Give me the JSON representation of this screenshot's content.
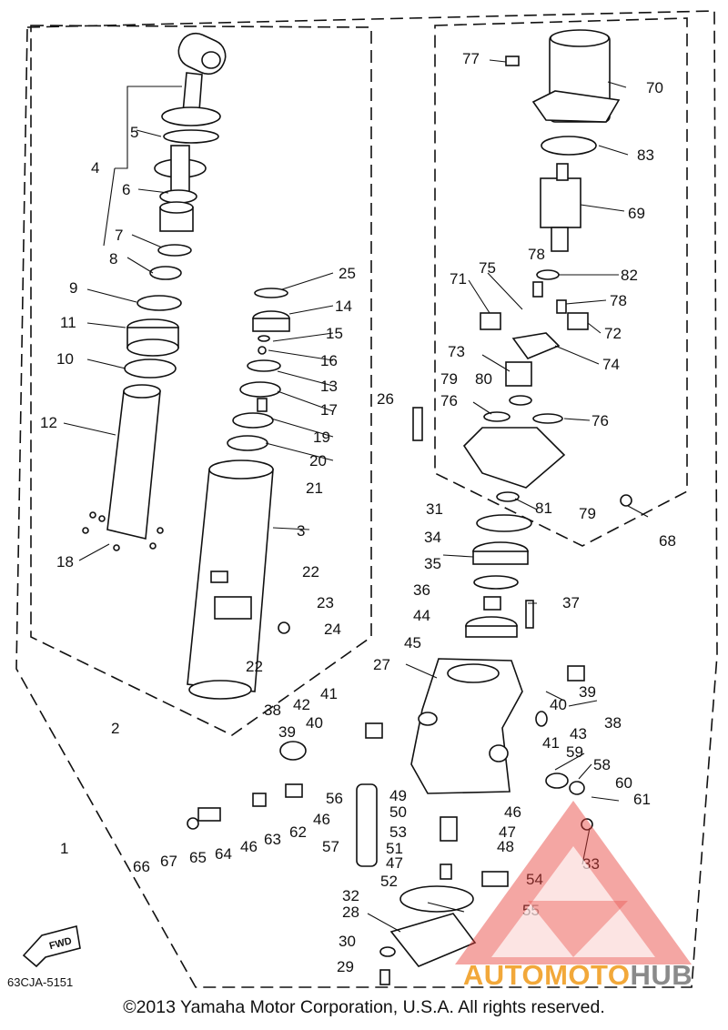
{
  "diagram": {
    "code": "63CJA-5151",
    "fwd_label": "FWD",
    "copyright": "©2013 Yamaha Motor Corporation, U.S.A. All rights reserved.",
    "watermark": {
      "auto": "AUTOMOTO",
      "hub": "HUB",
      "color_primary": "#e8403a",
      "color_secondary": "#f2a83a",
      "color_gray": "#8a8a8a"
    },
    "callouts": [
      "1",
      "2",
      "3",
      "4",
      "5",
      "6",
      "7",
      "8",
      "9",
      "10",
      "11",
      "12",
      "13",
      "14",
      "15",
      "16",
      "17",
      "18",
      "19",
      "20",
      "21",
      "22",
      "22",
      "23",
      "24",
      "25",
      "26",
      "27",
      "28",
      "29",
      "30",
      "31",
      "32",
      "33",
      "34",
      "35",
      "36",
      "37",
      "38",
      "38",
      "39",
      "39",
      "40",
      "40",
      "41",
      "41",
      "42",
      "43",
      "44",
      "45",
      "46",
      "46",
      "46",
      "47",
      "47",
      "48",
      "49",
      "50",
      "51",
      "52",
      "53",
      "54",
      "55",
      "56",
      "57",
      "58",
      "59",
      "60",
      "61",
      "62",
      "63",
      "64",
      "65",
      "66",
      "67",
      "68",
      "69",
      "70",
      "71",
      "72",
      "73",
      "74",
      "75",
      "76",
      "76",
      "77",
      "78",
      "78",
      "79",
      "79",
      "80",
      "81",
      "82",
      "83"
    ]
  }
}
